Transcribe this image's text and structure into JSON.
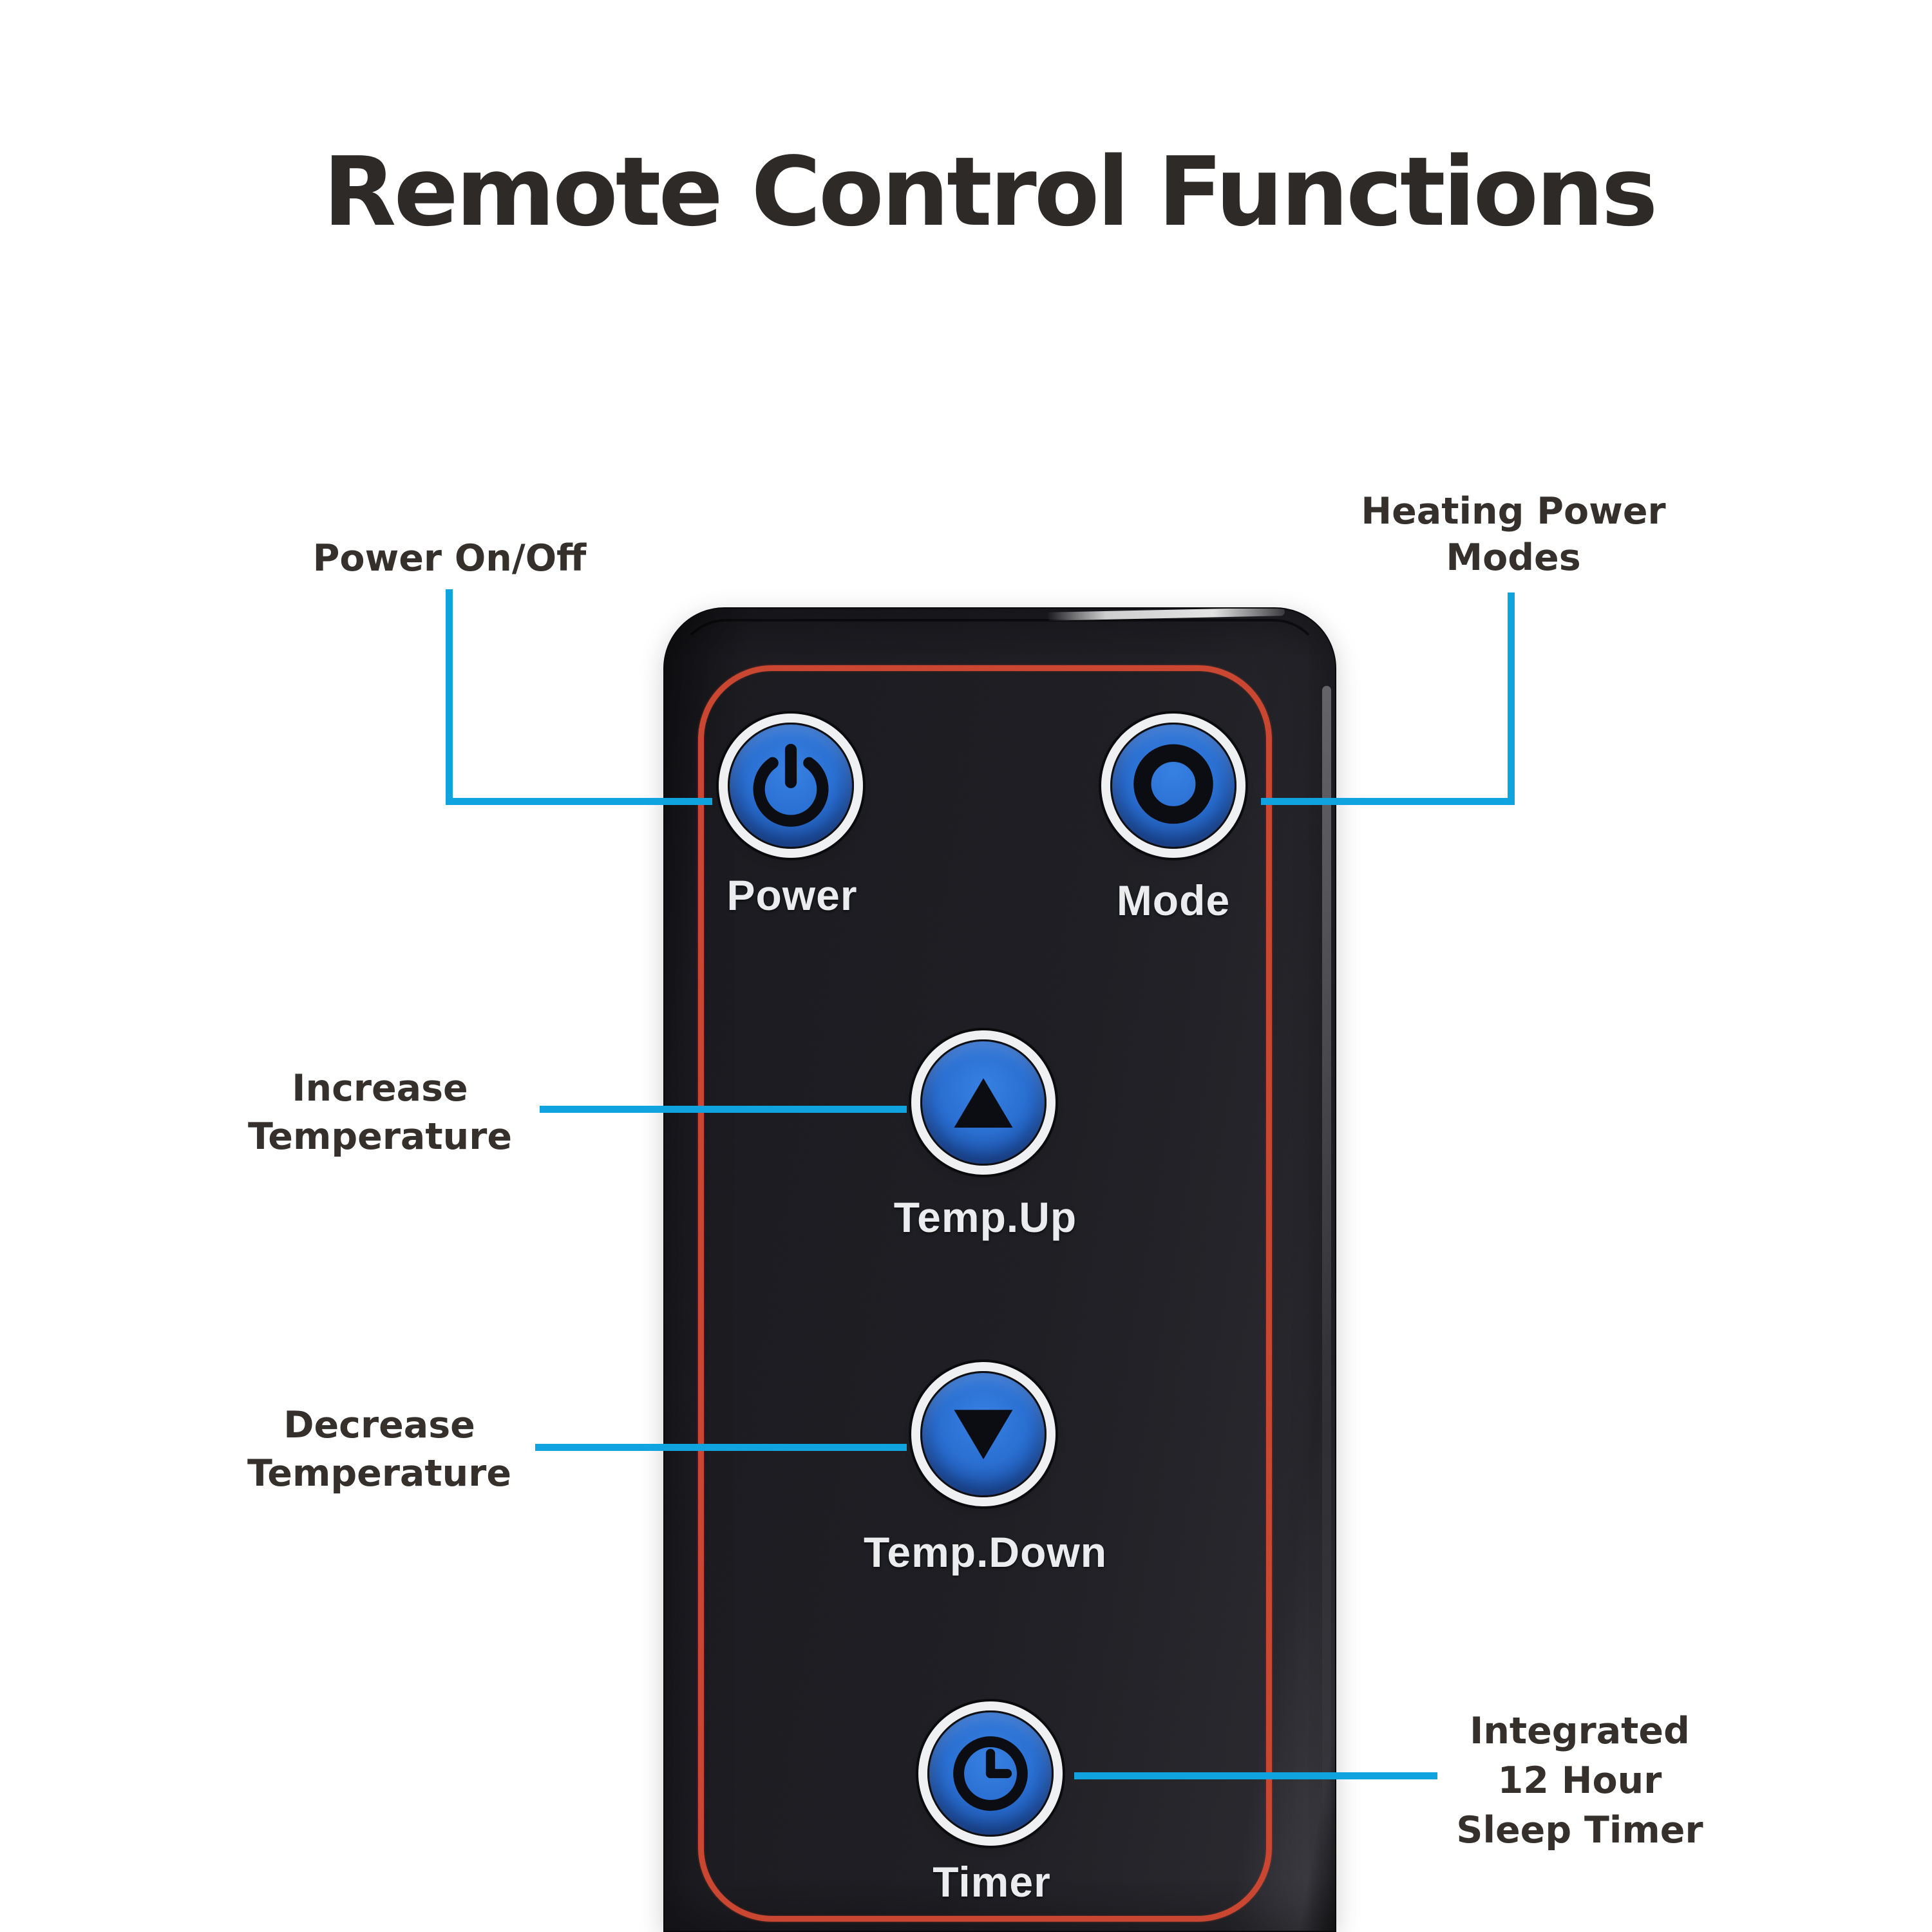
{
  "title": "Remote Control Functions",
  "colors": {
    "accent_line": "#0fa3e0",
    "red_outline": "#c7432f",
    "remote_body": "#1b1b1f",
    "button_blue": "#2a6fd2",
    "button_ring_white": "#eef0f2",
    "button_label_text": "#ebecee",
    "callout_label_text": "#35302c",
    "title_text": "#2e2a27",
    "background": "#ffffff"
  },
  "callouts": {
    "power": {
      "label": "Power On/Off"
    },
    "mode": {
      "label": "Heating Power\nModes"
    },
    "increase": {
      "label": "Increase\nTemperature"
    },
    "decrease": {
      "label": "Decrease\nTemperature"
    },
    "sleep_timer": {
      "label": "Integrated\n12 Hour\nSleep Timer"
    }
  },
  "remote": {
    "buttons": {
      "power": {
        "label": "Power",
        "icon": "power-symbol"
      },
      "mode": {
        "label": "Mode",
        "icon": "ring-symbol"
      },
      "temp_up": {
        "label": "Temp.Up",
        "icon": "triangle-up"
      },
      "temp_down": {
        "label": "Temp.Down",
        "icon": "triangle-down"
      },
      "timer": {
        "label": "Timer",
        "icon": "clock-symbol"
      }
    }
  }
}
